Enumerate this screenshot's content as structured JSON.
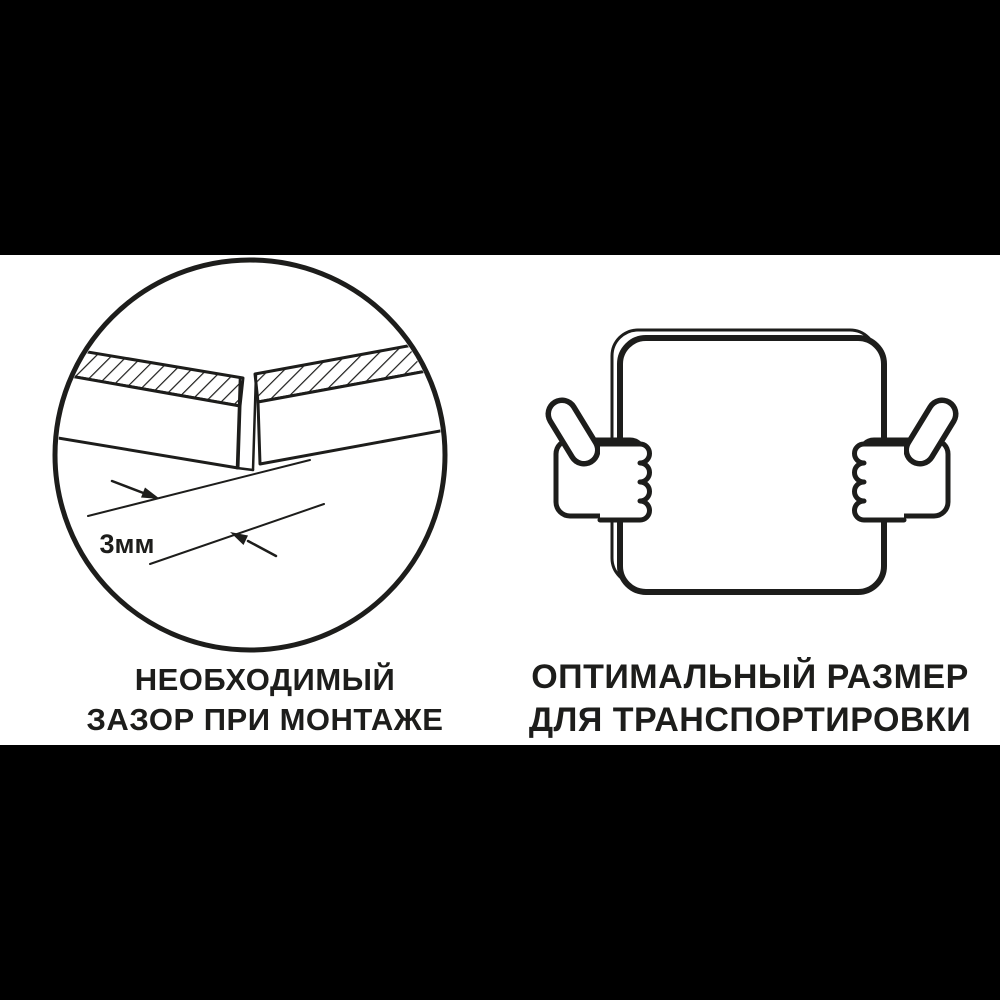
{
  "poster": {
    "background": "#ffffff",
    "bar_color": "#000000",
    "ink_color": "#1d1d1b"
  },
  "figures": {
    "gap": {
      "icon": "corner-joint-gap-detail-circle",
      "gap_label": "3мм",
      "caption_line1": "НЕОБХОДИМЫЙ",
      "caption_line2": "ЗАЗОР ПРИ МОНТАЖЕ"
    },
    "transport": {
      "icon": "hands-holding-panel",
      "caption_line1": "ОПТИМАЛЬНЫЙ РАЗМЕР",
      "caption_line2": "ДЛЯ ТРАНСПОРТИРОВКИ"
    }
  }
}
